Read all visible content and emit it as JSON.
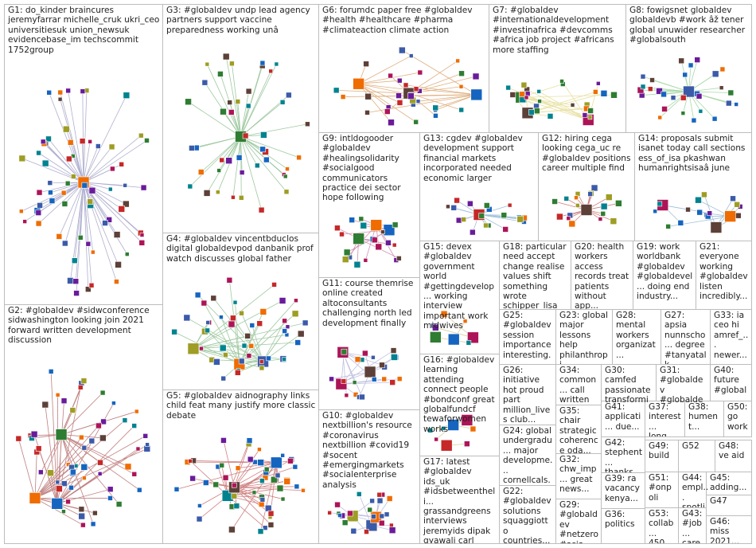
{
  "groups": [
    {
      "id": "G1",
      "label": "G1: do_kinder braincures jeremyfarrar michelle_cruk ukri_ceo universitiesuk union_newsuk evidencebase_im techscommit 1752group",
      "nodes": 70,
      "hub": true,
      "edge_color": "#b0b0d0"
    },
    {
      "id": "G2",
      "label": "G2: #globaldev #sidwconference sidwashington looking join 2021 forward written development discussion",
      "nodes": 60,
      "hub": false,
      "edge_color": "#c08080"
    },
    {
      "id": "G3",
      "label": "G3: #globaldev undp lead agency partners support vaccine preparedness working unâ",
      "nodes": 45,
      "hub": true,
      "edge_color": "#9ec9a0"
    },
    {
      "id": "G4",
      "label": "G4: #globaldev vincentbduclos digital globaldevpod danbanik prof watch discusses global father",
      "nodes": 50,
      "hub": false,
      "edge_color": "#9ec9a0"
    },
    {
      "id": "G5",
      "label": "G5: #globaldev aidnography links child feat many justify more classic debate",
      "nodes": 55,
      "hub": false,
      "edge_color": "#d08080"
    },
    {
      "id": "G6",
      "label": "G6: forumdc paper free #globaldev #health #healthcare #pharma #climateaction climate action",
      "nodes": 35,
      "hub": false,
      "edge_color": "#e0b080"
    },
    {
      "id": "G7",
      "label": "G7: #globaldev #internationaldevelopment #investinafrica #devcomms #africa job project #africans more staffing",
      "nodes": 30,
      "hub": false,
      "edge_color": "#e8e0a0"
    },
    {
      "id": "G8",
      "label": "G8: fowigsnet globaldev globaldevb #work âž tener global unuwider researcher #globalsouth",
      "nodes": 30,
      "hub": true,
      "edge_color": "#a8d8a8"
    },
    {
      "id": "G9",
      "label": "G9: intldogooder #globaldev #healingsolidarity #socialgood communicators practice dei sector hope following",
      "nodes": 22,
      "hub": false,
      "edge_color": "#d090b0"
    },
    {
      "id": "G10",
      "label": "G10: #globaldev nextbillion's resource #coronavirus nextbillion #covid19 #socent #emergingmarkets #socialenterprise analysis",
      "nodes": 25,
      "hub": false,
      "edge_color": "#c0c0e0"
    },
    {
      "id": "G11",
      "label": "G11: course themrise online created altoconsultants challenging north led development finally",
      "nodes": 24,
      "hub": false,
      "edge_color": "#c0c0e0"
    },
    {
      "id": "G12",
      "label": "G12: hiring cega looking cega_uc re #globaldev positions career multiple find",
      "nodes": 20,
      "hub": true,
      "edge_color": "#d08080"
    },
    {
      "id": "G13",
      "label": "G13: cgdev #globaldev development support financial markets incorporated needed economic larger",
      "nodes": 20,
      "hub": true,
      "edge_color": "#a0c0d8"
    },
    {
      "id": "G14",
      "label": "G14: proposals submit isanet today call sections ess_of_isa pkashwan humanrightsisaâ june",
      "nodes": 18,
      "hub": false,
      "edge_color": "#a0c0d8"
    },
    {
      "id": "G15",
      "label": "G15: devex #globaldev government world #gettingdevelop... working interview important work midwives",
      "nodes": 8,
      "hub": false,
      "edge_color": "#d8d0a0"
    },
    {
      "id": "G16",
      "label": "G16: #globaldev learning attending connect people #bondconf great globalfundcf tewaforwomen works",
      "nodes": 8,
      "hub": false,
      "edge_color": "#d8d0a0"
    },
    {
      "id": "G17",
      "label": "G17: latest #globaldev ids_uk #idsbetweentheli... grassandgreens interviews jeremyids dipak gyawali carl",
      "nodes": 0,
      "hub": false,
      "edge_color": "#d8d0a0"
    },
    {
      "id": "G18",
      "label": "G18: particular need accept change realise values shift something wrote schipper_lisa",
      "nodes": 0,
      "hub": false,
      "edge_color": "#cccccc"
    },
    {
      "id": "G20",
      "label": "G20: health workers access records treat patients without app...",
      "nodes": 0,
      "hub": false,
      "edge_color": "#cccccc"
    },
    {
      "id": "G19",
      "label": "G19: work worldbank #globaldev #globaldevel... doing end industry...",
      "nodes": 0,
      "hub": false,
      "edge_color": "#cccccc"
    },
    {
      "id": "G21",
      "label": "G21: everyone working #globaldev listen incredibly...",
      "nodes": 0,
      "hub": false,
      "edge_color": "#cccccc"
    },
    {
      "id": "G25",
      "label": "G25: #globaldev session importance interesting...",
      "nodes": 0,
      "hub": false,
      "edge_color": "#cccccc"
    },
    {
      "id": "G23",
      "label": "G23: global major lessons help philanthropi...",
      "nodes": 0,
      "hub": false,
      "edge_color": "#cccccc"
    },
    {
      "id": "G28",
      "label": "G28: mental workers organizat...",
      "nodes": 0,
      "hub": false,
      "edge_color": "#cccccc"
    },
    {
      "id": "G27",
      "label": "G27: apsia nunnscho... degree #tanyatalk...",
      "nodes": 0,
      "hub": false,
      "edge_color": "#cccccc"
    },
    {
      "id": "G33",
      "label": "G33: ia ceo hi amref_... newer...",
      "nodes": 0,
      "hub": false,
      "edge_color": "#cccccc"
    },
    {
      "id": "G26",
      "label": "G26: initiative hot proud part million_lives club...",
      "nodes": 0,
      "hub": false,
      "edge_color": "#cccccc"
    },
    {
      "id": "G34",
      "label": "G34: common... call written evidence...",
      "nodes": 0,
      "hub": false,
      "edge_color": "#cccccc"
    },
    {
      "id": "G30",
      "label": "G30: camfed passionate transformin...",
      "nodes": 0,
      "hub": false,
      "edge_color": "#cccccc"
    },
    {
      "id": "G31",
      "label": "G31: #globaldev #globaldev...",
      "nodes": 0,
      "hub": false,
      "edge_color": "#cccccc"
    },
    {
      "id": "G40",
      "label": "G40: future #global",
      "nodes": 0,
      "hub": false,
      "edge_color": "#cccccc"
    },
    {
      "id": "G24",
      "label": "G24: global undergradu... major developme... cornellcals...",
      "nodes": 0,
      "hub": false,
      "edge_color": "#cccccc"
    },
    {
      "id": "G35",
      "label": "G35: chair strategic coherence oda...",
      "nodes": 0,
      "hub": false,
      "edge_color": "#cccccc"
    },
    {
      "id": "G41",
      "label": "G41: applicati... due...",
      "nodes": 0,
      "hub": false,
      "edge_color": "#cccccc"
    },
    {
      "id": "G37",
      "label": "G37: interest... long...",
      "nodes": 0,
      "hub": false,
      "edge_color": "#cccccc"
    },
    {
      "id": "G38",
      "label": "G38: hument...",
      "nodes": 0,
      "hub": false,
      "edge_color": "#cccccc"
    },
    {
      "id": "G50",
      "label": "G50: go work...",
      "nodes": 0,
      "hub": false,
      "edge_color": "#cccccc"
    },
    {
      "id": "G42",
      "label": "G42: stephent... thanks...",
      "nodes": 0,
      "hub": false,
      "edge_color": "#cccccc"
    },
    {
      "id": "G49",
      "label": "G49: build",
      "nodes": 0,
      "hub": false,
      "edge_color": "#cccccc"
    },
    {
      "id": "G52",
      "label": "G52",
      "nodes": 0,
      "hub": false,
      "edge_color": "#cccccc"
    },
    {
      "id": "G48",
      "label": "G48: ve aid",
      "nodes": 0,
      "hub": false,
      "edge_color": "#cccccc"
    },
    {
      "id": "G22",
      "label": "G22: #globaldev solutions squaggiotto countries...",
      "nodes": 0,
      "hub": false,
      "edge_color": "#cccccc"
    },
    {
      "id": "G32",
      "label": "G32: chw_imp... great news...",
      "nodes": 0,
      "hub": false,
      "edge_color": "#cccccc"
    },
    {
      "id": "G39",
      "label": "G39: ra vacancy kenya...",
      "nodes": 0,
      "hub": false,
      "edge_color": "#cccccc"
    },
    {
      "id": "G51",
      "label": "G51: #onpoli",
      "nodes": 0,
      "hub": false,
      "edge_color": "#cccccc"
    },
    {
      "id": "G44",
      "label": "G44: empl... spotli...",
      "nodes": 0,
      "hub": false,
      "edge_color": "#cccccc"
    },
    {
      "id": "G45",
      "label": "G45: adding...",
      "nodes": 0,
      "hub": false,
      "edge_color": "#cccccc"
    },
    {
      "id": "G47",
      "label": "G47",
      "nodes": 0,
      "hub": false,
      "edge_color": "#cccccc"
    },
    {
      "id": "G29",
      "label": "G29: #globaldev #netzero #asia...",
      "nodes": 0,
      "hub": false,
      "edge_color": "#cccccc"
    },
    {
      "id": "G36",
      "label": "G36: politics",
      "nodes": 0,
      "hub": false,
      "edge_color": "#cccccc"
    },
    {
      "id": "G53",
      "label": "G53: collab... 450...",
      "nodes": 0,
      "hub": false,
      "edge_color": "#cccccc"
    },
    {
      "id": "G43",
      "label": "G43: #job... care...",
      "nodes": 0,
      "hub": false,
      "edge_color": "#cccccc"
    },
    {
      "id": "G46",
      "label": "G46: miss 2021...",
      "nodes": 0,
      "hub": false,
      "edge_color": "#cccccc"
    }
  ]
}
